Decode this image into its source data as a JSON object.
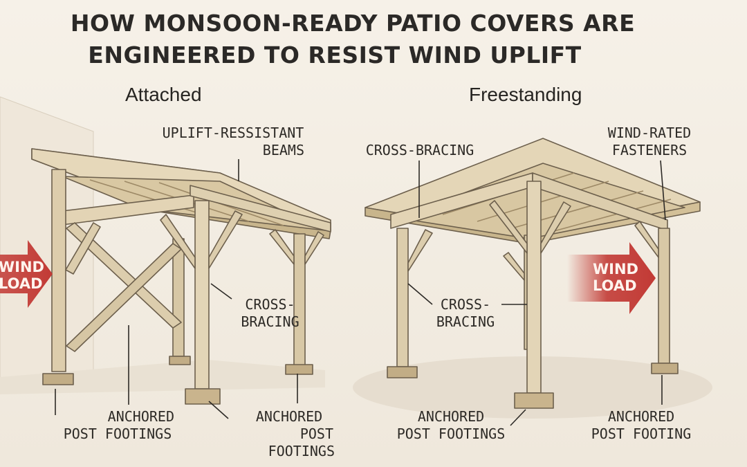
{
  "title": {
    "line1": "HOW MONSOON-READY PATIO COVERS ARE",
    "line2": "ENGINEERED TO RESIST WIND UPLIFT"
  },
  "attached": {
    "heading": "Attached",
    "uplift_beams": [
      "UPLIFT-RESSISTANT",
      "BEAMS"
    ],
    "cross_bracing": [
      "CROSS-",
      "BRACING"
    ],
    "anchored_footings_left": [
      "ANCHORED",
      "POST FOOTINGS"
    ],
    "anchored_footings_right": [
      "ANCHORED",
      "POST",
      "FOOTINGS"
    ],
    "wind_load": [
      "WIND",
      "LOAD"
    ]
  },
  "freestanding": {
    "heading": "Freestanding",
    "cross_bracing_top": "CROSS-BRACING",
    "wind_rated_fasteners": [
      "WIND-RATED",
      "FASTENERS"
    ],
    "cross_bracing_mid": [
      "CROSS-",
      "BRACING"
    ],
    "anchored_footings_left": [
      "ANCHORED",
      "POST FOOTINGS"
    ],
    "anchored_footing_right": [
      "ANCHORED",
      "POST FOOTING"
    ],
    "wind_load": [
      "WIND",
      "LOAD"
    ]
  },
  "colors": {
    "background": "#f3ede3",
    "wood_light": "#e2d3b4",
    "wood_mid": "#cdb990",
    "wood_dark": "#a8936b",
    "outline": "#6c5f4c",
    "arrow_red": "#c23a35"
  }
}
